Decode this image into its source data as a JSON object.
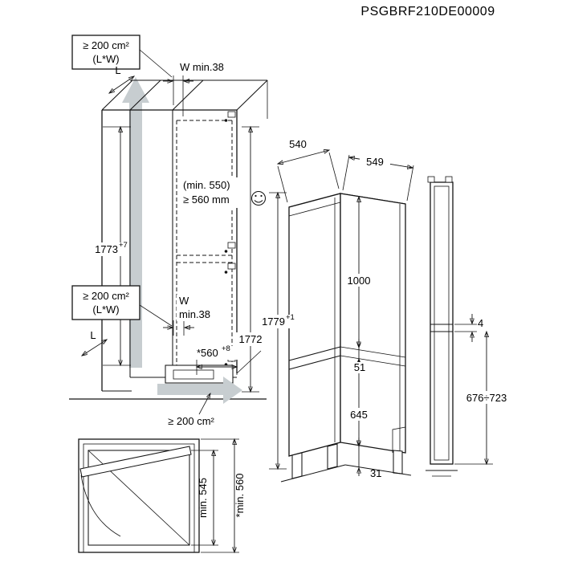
{
  "title": "PSGBRF210DE00009",
  "vent": {
    "top_box": {
      "line1": "≥ 200 cm²",
      "line2": "(L*W)"
    },
    "mid_box": {
      "line1": "≥ 200 cm²",
      "line2": "(L*W)"
    },
    "bottom_label": "≥ 200 cm²"
  },
  "dims": {
    "l_top": "L",
    "l_mid": "L",
    "w_top": "W min.38",
    "w_mid_1": "W",
    "w_mid_2": "min.38",
    "depth_min": "(min. 550)",
    "depth_rec": "≥ 560 mm",
    "niche_height": "1773",
    "niche_height_sup": "+7",
    "inner_height": "1772",
    "app_height": "1779",
    "app_height_sup": "+1",
    "width": "540",
    "depth": "549",
    "fridge_h": "1000",
    "gap51": "51",
    "freezer_h": "645",
    "feet": "31",
    "door_gap": "4",
    "panel_range": "676÷723",
    "niche_depth": "*560",
    "niche_depth_sup": "+8",
    "open_545": "min. 545",
    "open_560": "*min. 560"
  }
}
